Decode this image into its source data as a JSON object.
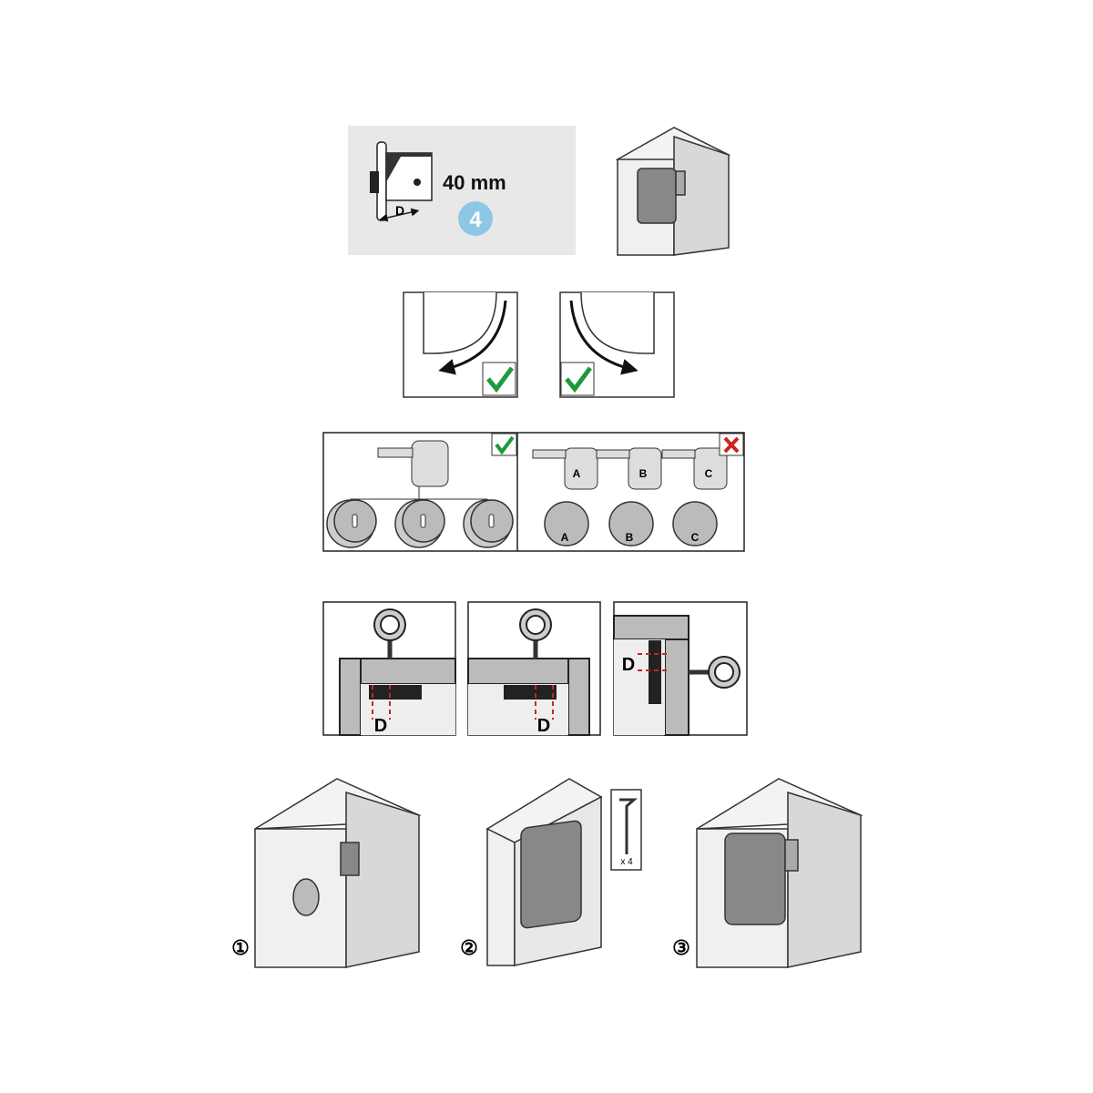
{
  "spec_panel": {
    "distance": "40 mm",
    "size_badge": "4",
    "dimension_label": "D"
  },
  "colors": {
    "badge": "#8cc8e6",
    "panel_bg": "#e8e8e8",
    "check": "#1e9a3c",
    "cross": "#d02020",
    "dim_red": "#c0282a"
  },
  "keying": {
    "same_key_mark": "check",
    "different_key_mark": "cross",
    "key_labels": [
      "A",
      "B",
      "C"
    ]
  },
  "measure": {
    "labels": [
      "D",
      "D",
      "D"
    ]
  },
  "install": {
    "steps": [
      "①",
      "②",
      "③"
    ],
    "screw_count": "x 4"
  }
}
